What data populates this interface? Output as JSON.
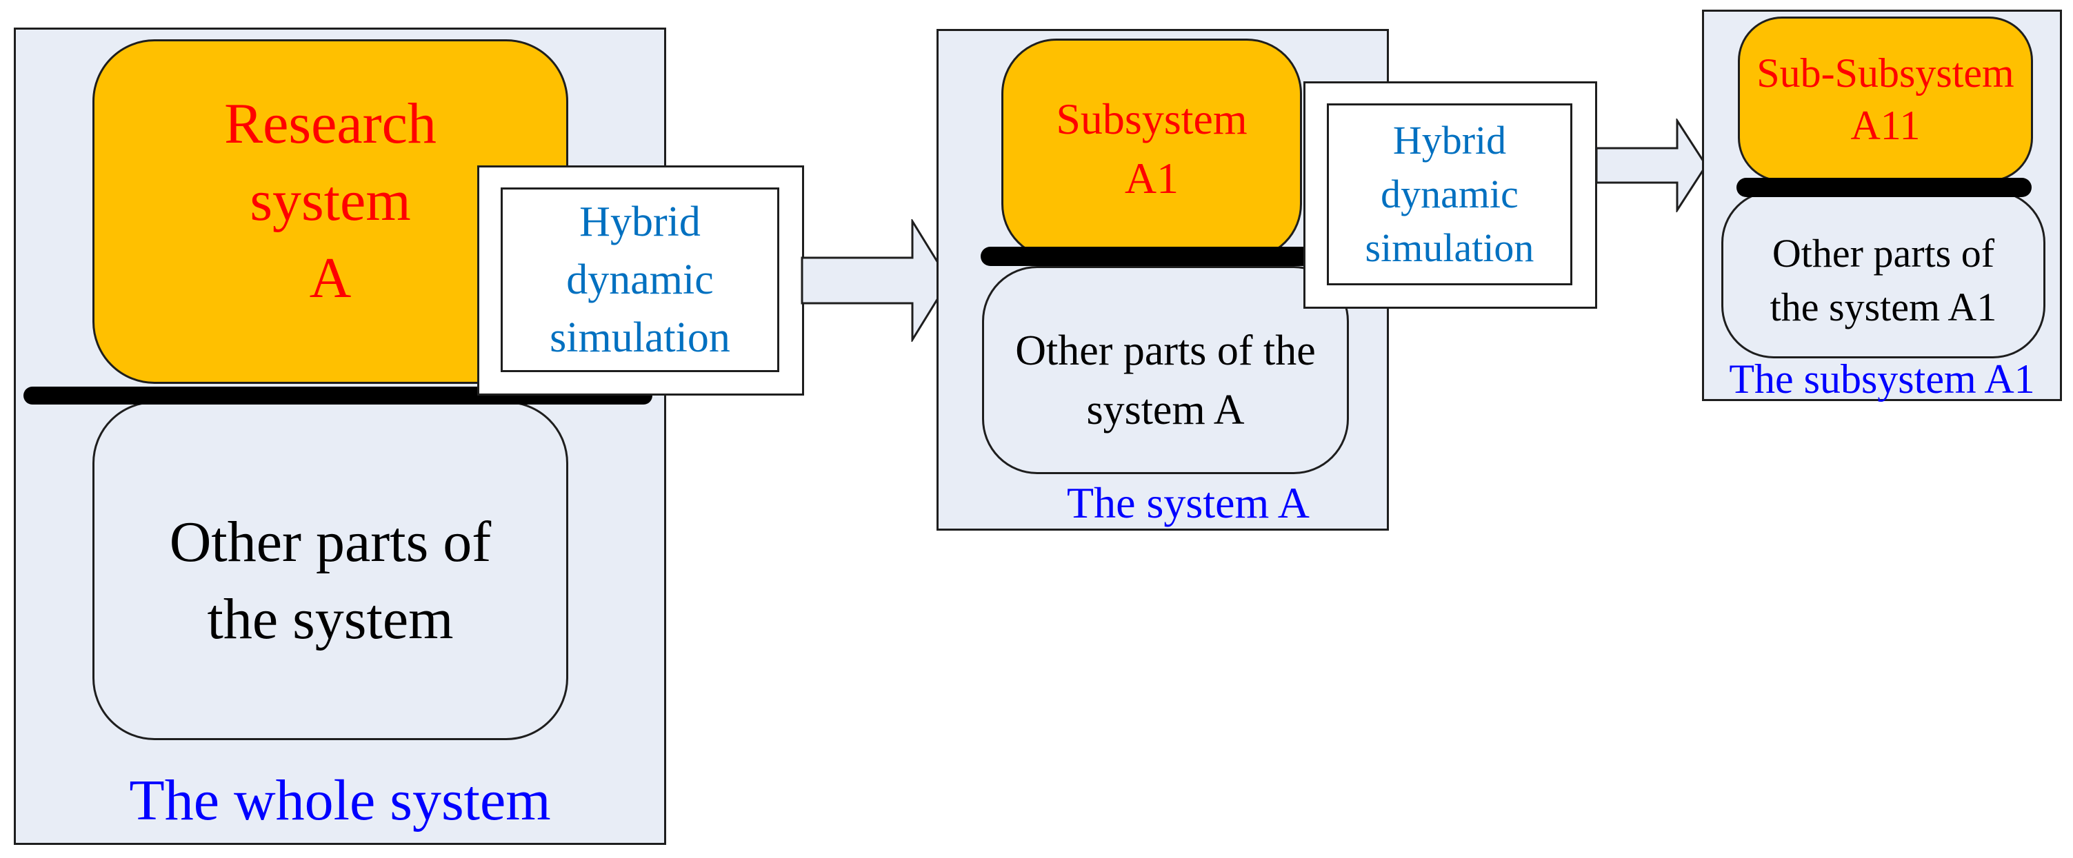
{
  "colors": {
    "panel_fill": "#e8edf6",
    "highlight_fill": "#ffc000",
    "highlight_text": "#ff0000",
    "simulation_text": "#0070c0",
    "caption_text": "#0000ff",
    "body_text": "#000000"
  },
  "stage1": {
    "highlight": "Research\nsystem\nA",
    "other": "Other parts of\nthe system",
    "caption": "The whole system",
    "simulation": "Hybrid\ndynamic\nsimulation"
  },
  "stage2": {
    "highlight": "Subsystem\nA1",
    "other": "Other parts of the\nsystem A",
    "caption": "The system A",
    "simulation": "Hybrid\ndynamic\nsimulation"
  },
  "stage3": {
    "highlight": "Sub-Subsystem\nA11",
    "other": "Other parts of\nthe system A1",
    "caption": "The subsystem A1"
  }
}
